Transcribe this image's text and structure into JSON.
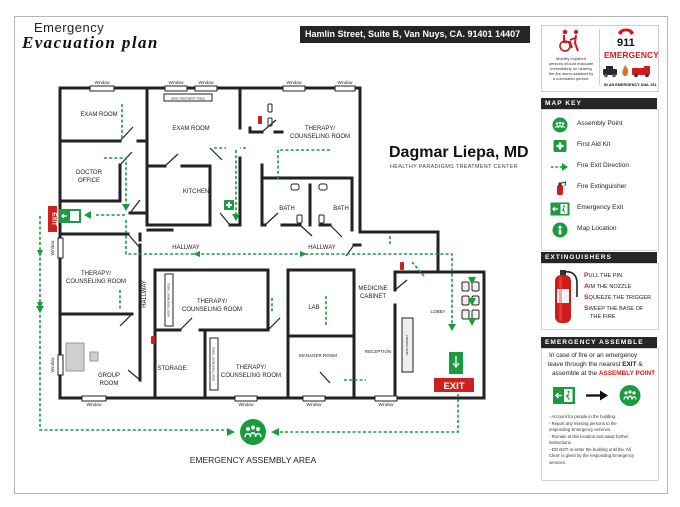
{
  "title": {
    "line1": "Emergency",
    "line2": "Evacuation plan"
  },
  "address": "Hamlin Street, Suite B, Van Nuys, CA. 91401 14407",
  "practice": {
    "name": "Dagmar Liepa, MD",
    "subtitle": "HEALTHY PARADIGMS TREATMENT CENTER"
  },
  "notice": {
    "mobility_lines": [
      "Mobility impaired",
      "persons should evacuate",
      "immediately on hearing",
      "the fire alarm assisted by",
      "a nominated person."
    ],
    "number": "911",
    "emergency_word": "EMERGENCY",
    "dial_text": "IN AN EMERGENCY DIAL 911"
  },
  "rooms": {
    "exam1": "EXAM ROOM",
    "exam2": "EXAM ROOM",
    "therapy_top": [
      "THERAPY/",
      "COUNSELING ROOM"
    ],
    "doctor": [
      "DOCTOR",
      "OFFICE"
    ],
    "kitchen": "KITCHEN",
    "bath1": "BATH",
    "bath2": "BATH",
    "hallway_left": "HALLWAY",
    "hallway_right": "HALLWAY",
    "hallway_vertical": "HALLWAY",
    "therapy_left": [
      "THERAPY/",
      "COUNSELING ROOM"
    ],
    "therapy_center": [
      "THERAPY/",
      "COUNSELING ROOM"
    ],
    "lab": "LAB",
    "medicine": [
      "MEDICINE",
      "CABINET"
    ],
    "lobby": "LOBBY",
    "group": [
      "GROUP",
      "ROOM"
    ],
    "storage": "STORAGE",
    "therapy_bottom": [
      "THERAPY/",
      "COUNSELING ROOM"
    ],
    "manager": "MANAGER ROOM",
    "reception": "RECEPTION",
    "desk_cabinet": "DESK CABINET",
    "table_top": "WIDE TREATMENT TABLE",
    "table_left": "WIDE TREATMENT TABLE",
    "table_center": "WIDE TREATMENT TABLE"
  },
  "window_label": "Window",
  "exit_label": "EXIT",
  "assembly_area": "EMERGENCY ASSEMBLY AREA",
  "map_key": {
    "heading": "MAP KEY",
    "items": [
      {
        "label": "Assembly Point",
        "icon": "assembly-point-icon"
      },
      {
        "label": "First Aid Kit",
        "icon": "first-aid-icon"
      },
      {
        "label": "Fire Exit Direction",
        "icon": "arrow-icon"
      },
      {
        "label": "Fire Extinguisher",
        "icon": "extinguisher-icon"
      },
      {
        "label": "Emergency Exit",
        "icon": "exit-sign-icon"
      },
      {
        "label": "Map Location",
        "icon": "location-icon"
      }
    ]
  },
  "extinguishers": {
    "heading": "EXTINGUISHERS",
    "steps": [
      {
        "letter": "P",
        "rest": "ULL THE PIN"
      },
      {
        "letter": "A",
        "rest": "IM THE NOZZLE"
      },
      {
        "letter": "S",
        "rest": "QUEEZE THE TRIGGER"
      },
      {
        "letter": "S",
        "rest": "WEEP THE BASE OF"
      }
    ],
    "step_tail": "THE FIRE"
  },
  "assemble": {
    "heading": "EMERGENCY ASSEMBLE",
    "lines": [
      "In case of fire or an emergency",
      "leave through the nearest"
    ],
    "exit_word": "EXIT",
    "amp": " &",
    "line3_start": "assemble at the ",
    "assembly_point": "ASSEMBLY POINT",
    "notes": [
      "- Account for people in the building.",
      "- Report any missing persons to the",
      "  responding Emergency services.",
      "- Remain at this location and await further",
      "  instructions.",
      "- DO NOT re-enter the building until the 'All",
      "  Clear' is given by the responding Emergency",
      "  services."
    ]
  },
  "colors": {
    "exit_green": "#1a9b3f",
    "exit_red": "#cf1f1f",
    "wall": "#222222",
    "dark": "#262626"
  }
}
